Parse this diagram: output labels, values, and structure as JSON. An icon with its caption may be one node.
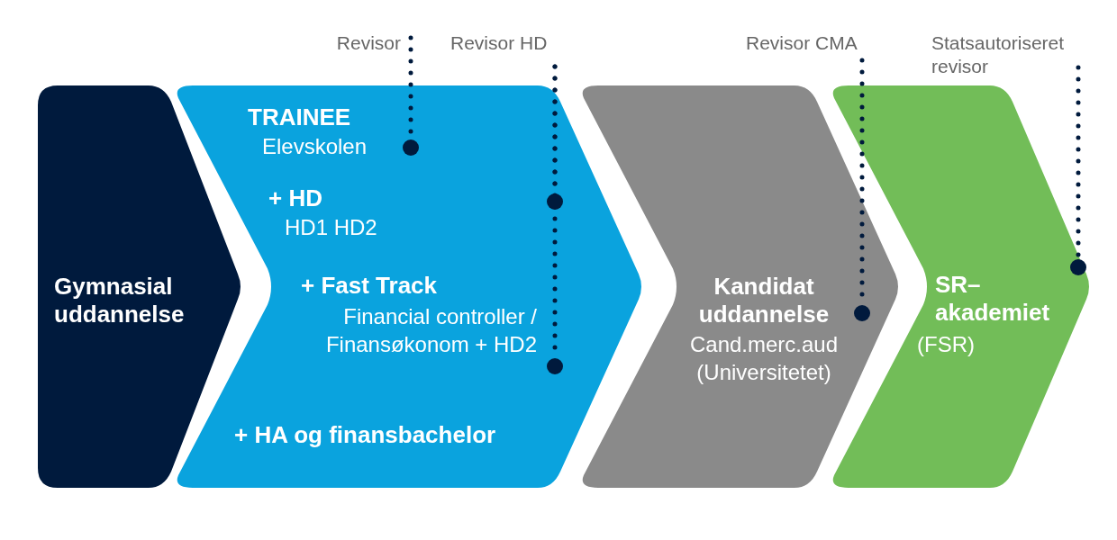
{
  "diagram": {
    "nodes": [
      {
        "text": [
          "Gymnasial uddannelse"
        ]
      },
      {
        "text": [
          "TRAINEE",
          "Elevskolen",
          "+ HD",
          "HD1 HD2",
          "+ Fast Track",
          "Financial controller / Finansøkonom + HD2",
          "+ HA og finansbachelor"
        ]
      },
      {
        "text": [
          "Kandidat uddannelse",
          "Cand.merc.aud (Universitetet)"
        ]
      },
      {
        "text": [
          "SR–akademiet",
          "(FSR)"
        ]
      },
      {
        "text": [
          "Revisor"
        ]
      },
      {
        "text": [],
        "shape": "circle",
        "in": 1
      },
      {
        "text": [
          "Revisor HD"
        ]
      },
      {
        "text": [],
        "shape": "circle",
        "in": 1
      },
      {
        "text": [],
        "shape": "circle",
        "in": 1
      },
      {
        "text": [
          "Revisor CMA"
        ]
      },
      {
        "text": [],
        "shape": "circle",
        "in": 2
      },
      {
        "text": [
          "Statsautoriseret revisor"
        ]
      },
      {
        "text": [],
        "shape": "circle",
        "in": 3
      }
    ],
    "edges": [
      {
        "from": 4,
        "to": 5,
        "arrow": "none"
      },
      {
        "from": 6,
        "to": 7,
        "arrow": "none"
      },
      {
        "from": 6,
        "to": 8,
        "arrow": "none"
      },
      {
        "from": 9,
        "to": 10,
        "arrow": "none"
      },
      {
        "from": 11,
        "to": 12,
        "arrow": "none"
      }
    ]
  }
}
